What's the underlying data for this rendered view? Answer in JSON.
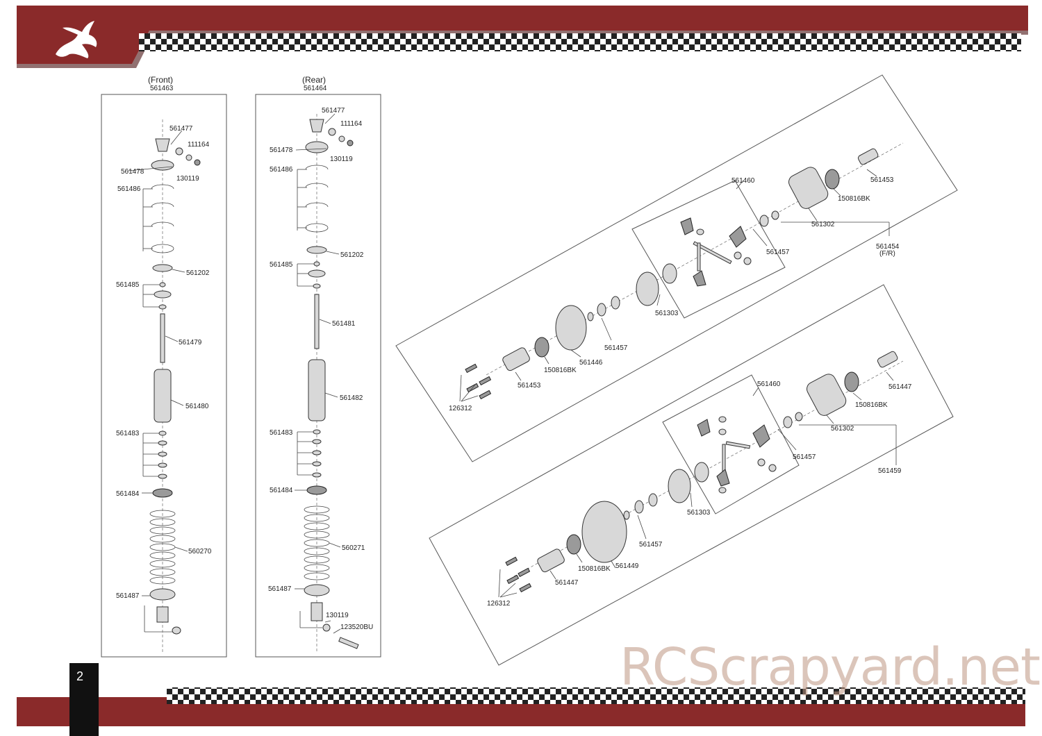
{
  "page_number": "2",
  "watermark": "RCScrapyard.net",
  "colors": {
    "banner": "#8a2a2a",
    "checker": "#222222",
    "page_tab": "#111111"
  },
  "icons": [
    "dragon-logo-icon"
  ],
  "front_shock": {
    "title": "(Front)",
    "part_no": "561463",
    "labels": [
      "561477",
      "111164",
      "561478",
      "130119",
      "561486",
      "561202",
      "561485",
      "561479",
      "561480",
      "561483",
      "561484",
      "560270",
      "561487"
    ]
  },
  "rear_shock": {
    "title": "(Rear)",
    "part_no": "561464",
    "labels": [
      "561477",
      "111164",
      "561478",
      "130119",
      "561486",
      "561202",
      "561485",
      "561481",
      "561482",
      "561483",
      "561484",
      "560271",
      "561487",
      "130119",
      "123520BU"
    ]
  },
  "diff_top": {
    "labels": [
      "561460",
      "561453",
      "150816BK",
      "561302",
      "561457",
      "561454",
      "(F/R)",
      "561303",
      "561457",
      "561446",
      "150816BK",
      "561453",
      "126312"
    ]
  },
  "diff_bottom": {
    "labels": [
      "561460",
      "561447",
      "150816BK",
      "561302",
      "561457",
      "561459",
      "561303",
      "561457",
      "561449",
      "150816BK",
      "561447",
      "126312"
    ]
  }
}
